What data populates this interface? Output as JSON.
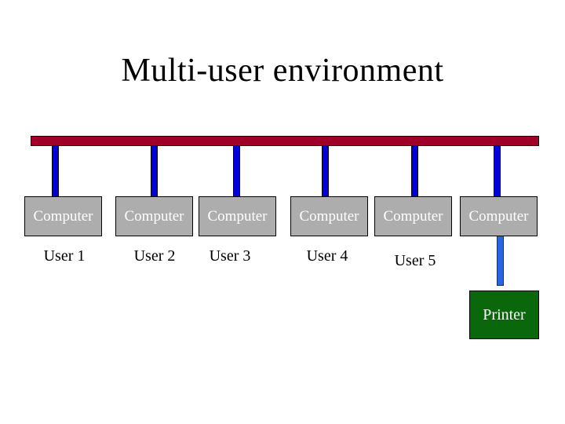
{
  "slide": {
    "title": "Multi-user environment"
  },
  "diagram": {
    "computers": [
      {
        "label": "Computer",
        "user": "User 1"
      },
      {
        "label": "Computer",
        "user": "User 2"
      },
      {
        "label": "Computer",
        "user": "User 3"
      },
      {
        "label": "Computer",
        "user": "User 4"
      },
      {
        "label": "Computer",
        "user": "User 5"
      },
      {
        "label": "Computer"
      }
    ],
    "printer_label": "Printer"
  },
  "colors": {
    "background": "#ffffff",
    "bus_fill": "#9e0027",
    "line_fill": "#0000dd",
    "printer_line_fill": "#2a64e0",
    "printer_line_edge": "#0a2aa0",
    "computer_fill": "#adadad",
    "computer_text": "#ffffff",
    "printer_fill": "#0b670b",
    "printer_text": "#ffffff",
    "outline": "#000000",
    "label_color": "#000000"
  }
}
